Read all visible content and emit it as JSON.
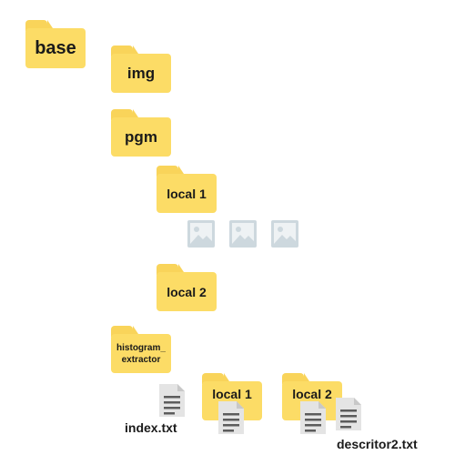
{
  "folders": {
    "base": "base",
    "img": "img",
    "pgm": "pgm",
    "local1": "local 1",
    "local2": "local 2",
    "histogram_line1": "histogram_",
    "histogram_line2": "extractor",
    "hist_local1": "local 1",
    "hist_local2": "local 2"
  },
  "files": {
    "index": "index.txt",
    "descriptor2": "descritor2.txt"
  },
  "colors": {
    "folder": "#fcdc66",
    "folder_tab": "#f9d45a",
    "doc": "#e4e4e4",
    "doc_lines": "#5c5c5c",
    "image_icon": "#cdd8de"
  },
  "icons": {
    "folder": "folder-icon",
    "text_file": "text-file-icon",
    "image": "image-icon"
  }
}
